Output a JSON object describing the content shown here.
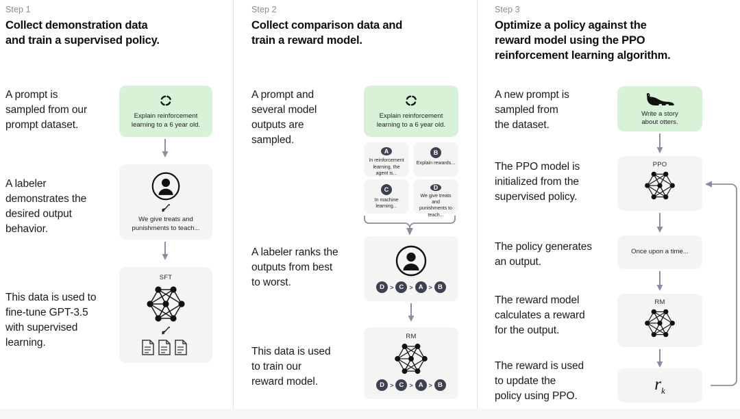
{
  "colors": {
    "green_card": "#d8f2d8",
    "grey_card": "#f4f4f2",
    "badge": "#3d4152",
    "arrow": "#8c8c9e",
    "divider": "#e3e3e1",
    "step_label": "#8c8c8c",
    "text": "#111111"
  },
  "steps": [
    {
      "label": "Step 1",
      "title": "Collect demonstration data\nand train a supervised policy.",
      "descriptions": [
        "A prompt is\nsampled from our\nprompt dataset.",
        "A labeler\ndemonstrates the\ndesired output\nbehavior.",
        "This data is used to\nfine-tune GPT-3.5\nwith supervised\nlearning."
      ],
      "cards": [
        {
          "icon": "refresh-loop-icon",
          "text": "Explain reinforcement\nlearning to a 6 year old.",
          "style": "green"
        },
        {
          "icon": "labeler-person-icon",
          "text": "We give treats and\npunishments to teach...",
          "style": "grey"
        },
        {
          "icon": "neural-net-icon",
          "caption": "SFT",
          "sub_icon": "documents-icon",
          "style": "grey"
        }
      ]
    },
    {
      "label": "Step 2",
      "title": "Collect comparison data and\ntrain a reward model.",
      "descriptions": [
        "A prompt and\nseveral model\noutputs are\nsampled.",
        "A labeler ranks the\noutputs from best\nto worst.",
        "This data is used\nto train our\nreward model."
      ],
      "prompt_card": {
        "icon": "refresh-loop-icon",
        "text": "Explain reinforcement\nlearning to a 6 year old.",
        "style": "green"
      },
      "outputs": [
        {
          "badge": "A",
          "text": "In reinforcement\nlearning, the\nagent is..."
        },
        {
          "badge": "B",
          "text": "Explain rewards..."
        },
        {
          "badge": "C",
          "text": "In machine\nlearning..."
        },
        {
          "badge": "D",
          "text": "We give treats and\npunishments to\nteach..."
        }
      ],
      "ranking": [
        "D",
        "C",
        "A",
        "B"
      ],
      "ranking_separator": ">",
      "rank_card": {
        "icon": "labeler-person-icon",
        "style": "grey"
      },
      "rm_card": {
        "icon": "neural-net-icon",
        "caption": "RM",
        "style": "grey"
      }
    },
    {
      "label": "Step 3",
      "title": "Optimize a policy against the\nreward model using the PPO\nreinforcement learning algorithm.",
      "descriptions": [
        "A new prompt is\nsampled from\nthe dataset.",
        "The PPO model is\ninitialized from the\nsupervised policy.",
        "The policy generates\nan output.",
        "The reward model\ncalculates a reward\nfor the output.",
        "The reward is used\nto update the\npolicy using PPO."
      ],
      "cards": [
        {
          "icon": "otter-icon",
          "text": "Write a story\nabout otters.",
          "style": "green"
        },
        {
          "icon": "neural-net-icon",
          "caption": "PPO",
          "style": "grey"
        },
        {
          "text": "Once upon a time...",
          "style": "grey"
        },
        {
          "icon": "neural-net-icon",
          "caption": "RM",
          "style": "grey"
        },
        {
          "reward_symbol": "r",
          "reward_subscript": "k",
          "style": "grey"
        }
      ]
    }
  ]
}
